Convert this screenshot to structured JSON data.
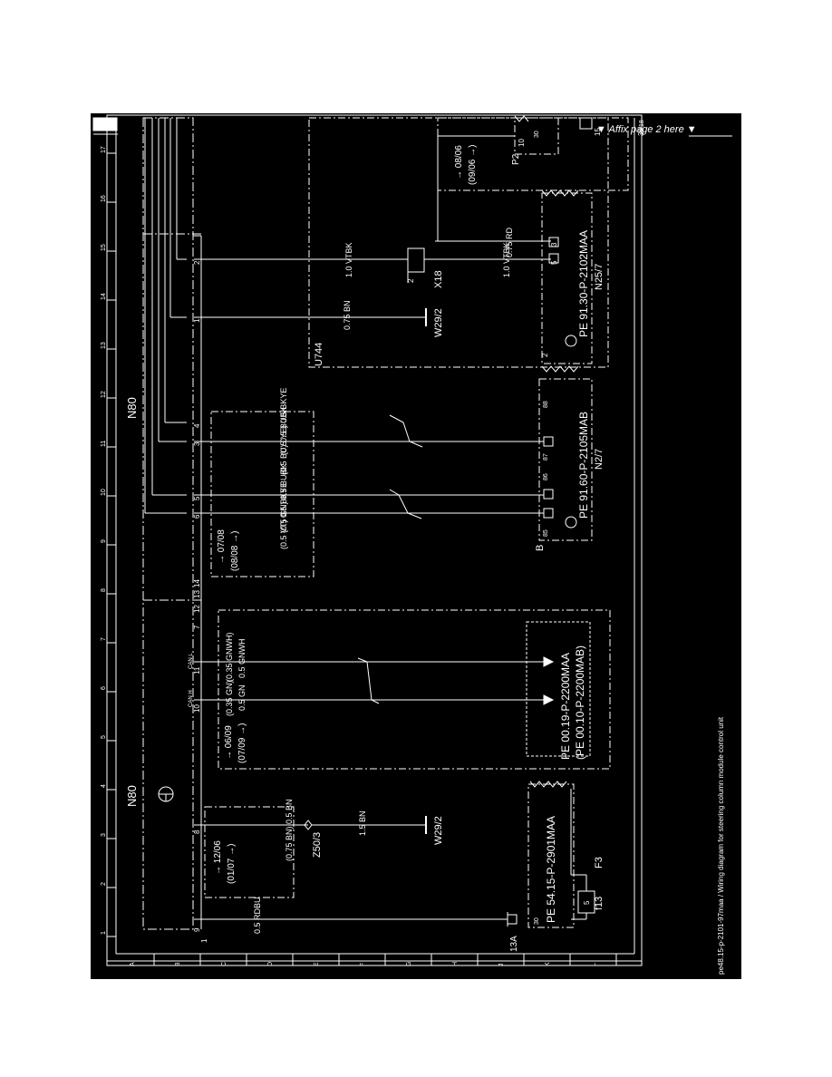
{
  "colors": {
    "page": "#ffffff",
    "panel": "#000000",
    "ink": "#ffffff"
  },
  "labels": {
    "affix": "▼ Affix page 2 here ▼",
    "caption": "pe48.15-p-2101-97maa / Wiring diagram for steering column module control unit"
  },
  "components": {
    "n80_top": "N80",
    "n80_bottom": "N80",
    "u744": "U744",
    "x18": "X18",
    "n25_7": "N25/7",
    "n2_7": "N2/7",
    "p2": "P2",
    "z50_3": "Z50/3",
    "w29_2_a": "W29/2",
    "w29_2_b": "W29/2",
    "f3": "F3",
    "f13": "f13",
    "b": "B",
    "j13a": "13A"
  },
  "references": {
    "pe_91_30": "PE 91.30-P-2102MAA",
    "pe_91_60": "PE 91.60-P-2105MAB",
    "pe_00_19": "PE 00.19-P-2200MAA",
    "pe_00_10": "(PE 00.10-P-2200MAB)",
    "pe_54_15": "PE 54.15-P-2901MAA"
  },
  "wires": {
    "w_rdbu": "0.5 RDBU",
    "w_bn_in": "(0.75 BN) 0.5 BN",
    "w_15bn": "1.5 BN",
    "w_gnhi": "(0.35 GN)",
    "w_gn": "0.5 GN",
    "w_gnwh_a": "(0.35 GNWH)",
    "w_gnwh_b": "0.5 GNWH",
    "w_vt": "(0.5 VT) 0.5 BKYE",
    "w_gn_bu": "(0.5 GN) 0.5 BUBK",
    "w_bu": "(0.5 BU) 0.5 BUBK",
    "w_ye": "(0.5 YE) 0.5 BKYE",
    "w_075bn": "0.75 BN",
    "w_vtbk_a": "1.0 VTBK",
    "w_vtbk_b": "1.0 VTBK",
    "w_rd": "0.75 RD"
  },
  "dates": {
    "d1a": "→ 12/06",
    "d1b": "(01/07 →)",
    "d2a": "→ 06/09",
    "d2b": "(07/09 →)",
    "d3a": "→ 07/08",
    "d3b": "(08/08 →)",
    "d4a": "→ 08/06",
    "d4b": "(09/06 →)"
  },
  "pins": {
    "p9": "9",
    "p8": "8",
    "p10": "10",
    "p11": "11",
    "p7": "7",
    "p12": "12",
    "p13": "13",
    "p14": "14",
    "p6": "6",
    "p5": "5",
    "p3": "3",
    "p4": "4",
    "p1": "1",
    "p2": "2",
    "x18_2": "2",
    "n257_3": "3",
    "n257_5": "5",
    "n257_2": "2",
    "p2_10": "10",
    "p2_30": "30",
    "f3_30": "30",
    "f13_5": "5",
    "n1": "1",
    "s85": "85",
    "s86": "86",
    "s87": "87",
    "s88": "88",
    "can_h": "CAN H",
    "can_l": "CAN L",
    "k1": "15",
    "kr": "30"
  },
  "grid": {
    "columns": [
      "1",
      "2",
      "3",
      "4",
      "5",
      "6",
      "7",
      "8",
      "9",
      "10",
      "11",
      "12",
      "13",
      "14",
      "15",
      "16",
      "17",
      "18"
    ],
    "rows": [
      "A",
      "B",
      "C",
      "D",
      "E",
      "F",
      "G",
      "H",
      "J",
      "K",
      "L"
    ]
  }
}
